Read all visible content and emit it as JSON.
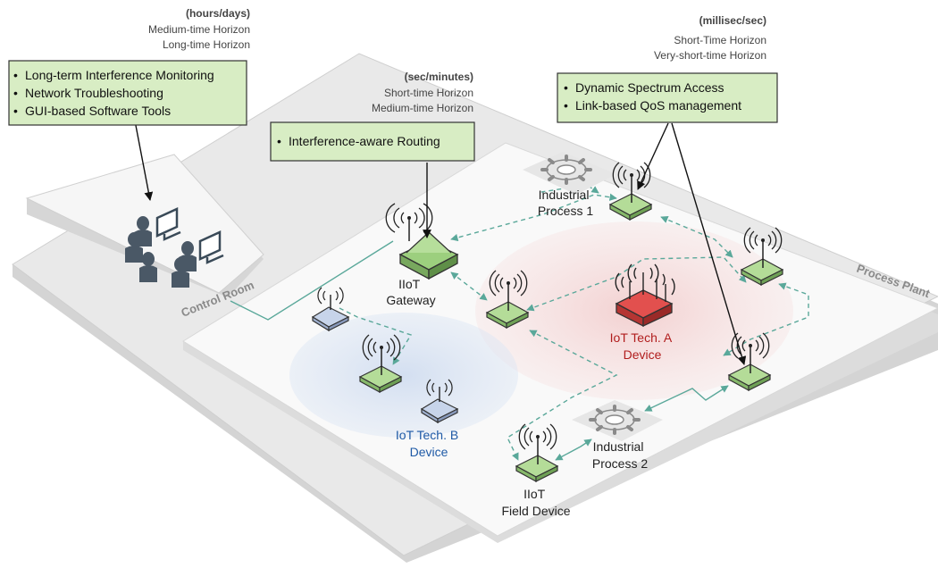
{
  "zones": {
    "control_room": "Control Room",
    "process_plant": "Process Plant"
  },
  "horizons": {
    "left": {
      "unit": "(hours/days)",
      "line1": "Medium-time Horizon",
      "line2": "Long-time Horizon"
    },
    "middle": {
      "unit": "(sec/minutes)",
      "line1": "Short-time Horizon",
      "line2": "Medium-time Horizon"
    },
    "right": {
      "unit": "(millisec/sec)",
      "line1": "Short-Time Horizon",
      "line2": "Very-short-time Horizon"
    }
  },
  "boxes": {
    "monitoring": [
      "Long-term Interference Monitoring",
      "Network Troubleshooting",
      "GUI-based Software Tools"
    ],
    "routing": [
      "Interference-aware Routing"
    ],
    "spectrum": [
      "Dynamic Spectrum Access",
      "Link-based QoS management"
    ]
  },
  "labels": {
    "gateway": [
      "IIoT",
      "Gateway"
    ],
    "field_device": [
      "IIoT",
      "Field Device"
    ],
    "tech_a": [
      "IoT Tech. A",
      "Device"
    ],
    "tech_b": [
      "IoT Tech. B",
      "Device"
    ],
    "process1": [
      "Industrial",
      "Process 1"
    ],
    "process2": [
      "Industrial",
      "Process 2"
    ]
  },
  "colors": {
    "box_fill": "#d8edc4",
    "node_green": "#9ccf7e",
    "tech_a_red": "#e2504e",
    "tech_b_blue": "#c7d4ea",
    "link_teal": "#5aa89a"
  }
}
